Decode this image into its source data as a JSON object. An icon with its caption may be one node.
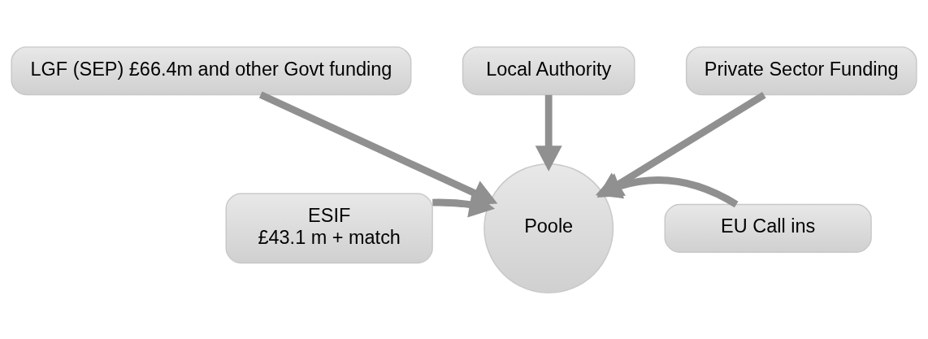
{
  "diagram": {
    "nodes": [
      {
        "text": [
          "LGF (SEP) £66.4m and other Govt funding"
        ]
      },
      {
        "text": [
          "Local Authority"
        ]
      },
      {
        "text": [
          "Private Sector Funding"
        ]
      },
      {
        "text": [
          "ESIF",
          "£43.1 m + match"
        ]
      },
      {
        "text": [
          "Poole"
        ]
      },
      {
        "text": [
          "EU Call ins"
        ]
      }
    ],
    "edges": [
      {
        "from": 0,
        "to": 4,
        "arrow": "to"
      },
      {
        "from": 1,
        "to": 4,
        "arrow": "to"
      },
      {
        "from": 2,
        "to": 4,
        "arrow": "to"
      },
      {
        "from": 3,
        "to": 4,
        "arrow": "to"
      },
      {
        "from": 5,
        "to": 4,
        "arrow": "to"
      }
    ]
  }
}
